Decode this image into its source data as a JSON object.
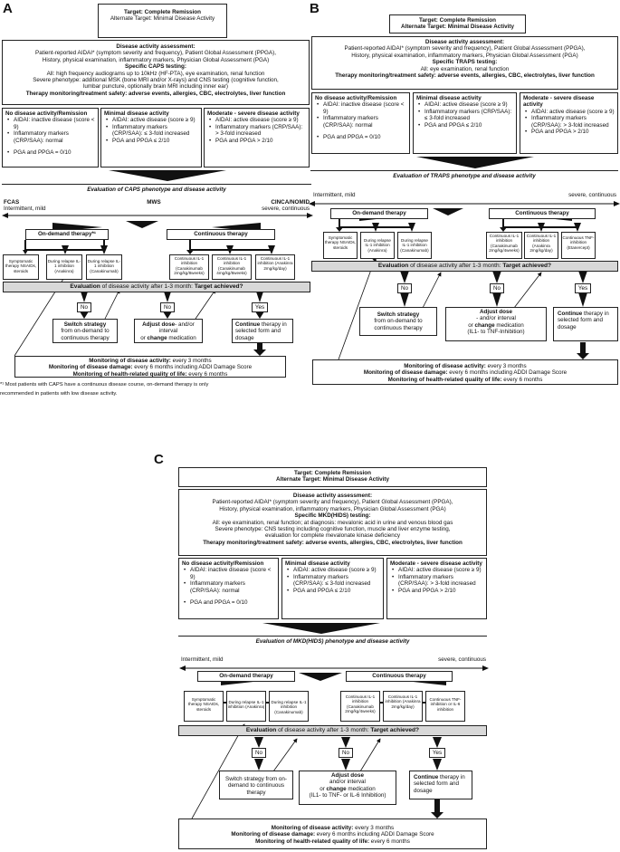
{
  "panels": {
    "A": {
      "letter": "A",
      "target_line": "Target: Complete Remission",
      "alt_target_line": "Alternate Target: Minimal Disease Activity",
      "assessment": {
        "title": "Disease activity assessment:",
        "lines": [
          "Patient-reported AIDAI* (symptom severity and frequency), Patient Global Assessment (PPGA),",
          "History, physical examination, inflammatory markers, Physician Global Assessment (PGA)"
        ],
        "specific_title": "Specific CAPS testing:",
        "specific_lines": [
          "All: high frequency audiograms up to 10kHz (HF-PTA), eye examination, renal function",
          "Severe phenotype: additional MSK (bone MRI and/or X-rays) and CNS testing (cognitive function,",
          "lumbar puncture, optionally brain MRI including inner ear)"
        ],
        "monitoring": "Therapy monitoring/treatment safety: adverse events, allergies, CBC, electrolytes, liver function"
      },
      "activity": [
        {
          "title": "No disease activity/Remission",
          "items": [
            "AIDAI: inactive disease (score < 9)",
            "Inflammatory markers (CRP/SAA): normal",
            "PGA and PPGA = 0/10"
          ]
        },
        {
          "title": "Minimal disease activity",
          "items": [
            "AIDAI: active disease (score ≥ 9)",
            "Inflammatory markers (CRP/SAA): ≤ 3-fold increased",
            "PGA and PPGA ≤ 2/10"
          ]
        },
        {
          "title": "Moderate - severe disease activity",
          "items": [
            "AIDAI: active disease (score ≥ 9)",
            "Inflammatory markers (CRP/SAA): > 3-fold increased",
            "PGA and PPGA > 2/10"
          ]
        }
      ],
      "phenotype_title": "Evaluation of CAPS phenotype and disease activity",
      "phenotype_left": [
        "FCAS",
        "Intermittent, mild"
      ],
      "phenotype_mid": "MWS",
      "phenotype_right": [
        "CINCA/NOMID",
        "severe, continuous"
      ],
      "ondemand": "On-demand therapy*¹",
      "continuous": "Continuous therapy",
      "therapies": [
        "Symptomatic therapy NSAIDs, steroids",
        "During relapse IL-1 inhibition (Anakinra)",
        "During relapse IL-1 inhibition (Canakinumab)",
        "Continuous IL-1 inhibition (Canakinumab 2mg/kg/8weeks)",
        "Continuous IL-1 inhibition (Canakinumab 4mg/kg/8weeks)",
        "Continuous IL-1 inhibition (Anakinra 2mg/kg/day)"
      ],
      "evaluation": {
        "pre": "Evaluation",
        "mid": " of disease activity after 1-3 month: ",
        "post": "Target achieved?"
      },
      "no": "No",
      "yes": "Yes",
      "switch": {
        "b": "Switch strategy",
        "rest": "from on-demand to continuous therapy"
      },
      "adjust": {
        "b1": "Adjust dose",
        "r1": "- and/or interval",
        "r2": "or ",
        "b2": "change",
        "r3": " medication"
      },
      "continue": {
        "b": "Continue",
        "rest": " therapy in selected form and dosage"
      },
      "monitor": [
        {
          "b": "Monitoring of disease activity:",
          "r": " every 3 months"
        },
        {
          "b": "Monitoring of disease damage:",
          "r": " every 6 months including ADDI Damage Score"
        },
        {
          "b": "Monitoring of health-related quality of life:",
          "r": " every 6 months"
        }
      ],
      "footnote": [
        "*¹ Most patients with CAPS have a continuous disease course, on-demand therapy is only",
        "recommended in patients with low disease activity."
      ]
    },
    "B": {
      "letter": "B",
      "target_line": "Target: Complete Remission",
      "alt_target_line": "Alternate Target: Minimal Disease Activity",
      "assessment": {
        "title": "Disease activity assessment:",
        "lines": [
          "Patient-reported AIDAI* (symptom severity and frequency), Patient Global Assessment (PPGA),",
          "History, physical examination, inflammatory markers, Physician Global Assessment (PGA)"
        ],
        "specific_title": "Specific TRAPS testing:",
        "specific_lines": [
          "All: eye examination, renal function"
        ],
        "monitoring": "Therapy monitoring/treatment safety: adverse events, allergies, CBC, electrolytes, liver function"
      },
      "activity": [
        {
          "title": "No disease activity/Remission",
          "items": [
            "AIDAI: inactive disease (score < 9)",
            "Inflammatory markers (CRP/SAA): normal",
            "PGA and PPGA = 0/10"
          ]
        },
        {
          "title": "Minimal disease activity",
          "items": [
            "AIDAI: active disease (score ≥ 9)",
            "Inflammatory markers (CRP/SAA): ≤ 3-fold increased",
            "PGA and PPGA ≤ 2/10"
          ]
        },
        {
          "title": "Moderate - severe disease activity",
          "items": [
            "AIDAI: active disease (score ≥ 9)",
            "Inflammatory markers (CRP/SAA): > 3-fold increased",
            "PGA and PPGA > 2/10"
          ]
        }
      ],
      "phenotype_title": "Evaluation of TRAPS phenotype and disease activity",
      "phenotype_left": [
        "Intermittent, mild"
      ],
      "phenotype_right": [
        "severe, continuous"
      ],
      "ondemand": "On-demand therapy",
      "continuous": "Continuous therapy",
      "therapies": [
        "Symptomatic therapy NSAIDs, steroids",
        "During relapse IL-1 inhibition (Anakinra)",
        "During relapse IL-1 inhibition (Canakinumab)",
        "Continuous IL-1 inhibition (Canakinumab 2mg/kg/4weeks)",
        "Continuous IL-1 inhibition (Anakinra 2mg/kg/day)",
        "Continuous TNF-inhibition (Etanercept)"
      ],
      "evaluation": {
        "pre": "Evaluation",
        "mid": " of disease activity after 1-3 month: ",
        "post": "Target achieved?"
      },
      "no": "No",
      "yes": "Yes",
      "switch": {
        "b": "Switch strategy",
        "rest": "from on-demand to continuous therapy"
      },
      "adjust": {
        "b1": "Adjust dose",
        "r1": "- and/or interval",
        "r2": "or ",
        "b2": "change",
        "r3": " medication",
        "r4": "(IL1- to TNF-Inhibition)"
      },
      "continue": {
        "b": "Continue",
        "rest": " therapy in selected form and dosage"
      },
      "monitor": [
        {
          "b": "Monitoring of disease activity:",
          "r": " every 3 months"
        },
        {
          "b": "Monitoring of disease damage:",
          "r": " every 6 months including ADDI Damage Score"
        },
        {
          "b": "Monitoring of health-related quality of life:",
          "r": " every 6 months"
        }
      ]
    },
    "C": {
      "letter": "C",
      "target_line": "Target: Complete Remission",
      "alt_target_line": "Alternate Target: Minimal Disease Activity",
      "assessment": {
        "title": "Disease activity assessment:",
        "lines": [
          "Patient-reported AIDAI* (symptom severity and frequency), Patient Global Assessment (PPGA),",
          "History, physical examination, inflammatory markers, Physician Global Assessment (PGA)"
        ],
        "specific_title": "Specific MKD(HIDS) testing:",
        "specific_lines": [
          "All: eye examination, renal function; at diagnosis: mevalonic acid in urine and venous blood gas",
          "Severe phenotype: CNS testing including cognitive function, muscle and liver enzyme testing,",
          "evaluation for complete mevalonate kinase deficiency"
        ],
        "monitoring": "Therapy monitoring/treatment safety: adverse events, allergies, CBC, electrolytes, liver function"
      },
      "activity": [
        {
          "title": "No disease activity/Remission",
          "items": [
            "AIDAI: inactive disease (score < 9)",
            "Inflammatory markers (CRP/SAA): normal",
            "PGA and PPGA = 0/10"
          ]
        },
        {
          "title": "Minimal disease activity",
          "items": [
            "AIDAI: active disease (score ≥ 9)",
            "Inflammatory markers (CRP/SAA): ≤ 3-fold increased",
            "PGA and PPGA ≤ 2/10"
          ]
        },
        {
          "title": "Moderate - severe disease activity",
          "items": [
            "AIDAI: active disease (score ≥ 9)",
            "Inflammatory markers (CRP/SAA): > 3-fold increased",
            "PGA and PPGA > 2/10"
          ]
        }
      ],
      "phenotype_title": "Evaluation of MKD(HIDS) phenotype and disease activity",
      "phenotype_left": [
        "Intermittent, mild"
      ],
      "phenotype_right": [
        "severe, continuous"
      ],
      "ondemand": "On-demand therapy",
      "continuous": "Continuous therapy",
      "therapies": [
        "Symptomatic therapy NSAIDs, steroids",
        "During relapse IL-1 inhibition (Anakinra)",
        "During relapse IL-1 inhibition (Canakinumab)",
        "Continuous IL-1 inhibition (Canakinumab 2mg/kg/4weeks)",
        "Continuous IL-1 inhibition (Anakinra 2mg/kg/day)",
        "Continuous TNF-inhibition or IL-6 inhibition"
      ],
      "evaluation": {
        "pre": "Evaluation",
        "mid": " of disease activity after 1-3 month: ",
        "post": "Target achieved?"
      },
      "no": "No",
      "yes": "Yes",
      "switch": {
        "rest": "Switch strategy from on-demand to continuous therapy"
      },
      "adjust": {
        "b1": "Adjust dose",
        "r1": "and/or interval",
        "r2": "or ",
        "b2": "change",
        "r3": " medication",
        "r4": "(IL1- to TNF- or IL-6 Inhibition)"
      },
      "continue": {
        "b": "Continue",
        "rest": " therapy in selected form and dosage"
      },
      "monitor": [
        {
          "b": "Monitoring of disease activity:",
          "r": " every 3 months"
        },
        {
          "b": "Monitoring of disease damage:",
          "r": " every 6 months including ADDI Damage Score"
        },
        {
          "b": "Monitoring of health-related quality of life:",
          "r": " every 6 months"
        }
      ]
    }
  }
}
